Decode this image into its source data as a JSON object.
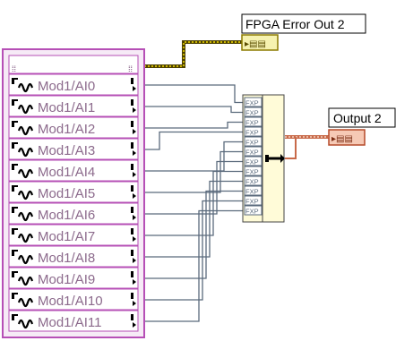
{
  "diagram": {
    "io_node": {
      "header_left": "⁞⁞",
      "header_right": "⁞⁞",
      "channels": [
        "Mod1/AI0",
        "Mod1/AI1",
        "Mod1/AI2",
        "Mod1/AI3",
        "Mod1/AI4",
        "Mod1/AI5",
        "Mod1/AI6",
        "Mod1/AI7",
        "Mod1/AI8",
        "Mod1/AI9",
        "Mod1/AI10",
        "Mod1/AI11"
      ]
    },
    "build_array": {
      "input_type_label": "FXP",
      "input_count": 12
    },
    "indicators": {
      "fpga_error_out": {
        "label": "FPGA Error Out 2",
        "terminal_glyph": "▸▤▤"
      },
      "output": {
        "label": "Output 2",
        "terminal_glyph": "▸▤▤"
      }
    },
    "colors": {
      "node_border": "#b64fb6",
      "node_fill": "#f6eaf6",
      "header_fill": "#cc66cc",
      "channel_text": "#8c6a8c",
      "fxp_wire": "#5a6a7c",
      "error_wire_dark": "#4e4200",
      "error_wire_light": "#c9b400",
      "output_wire": "#c86a4a",
      "build_array_fill": "#fffbd8",
      "fpga_terminal_fill": "#f6f2b0",
      "output_terminal_fill": "#f6c9b5"
    }
  }
}
